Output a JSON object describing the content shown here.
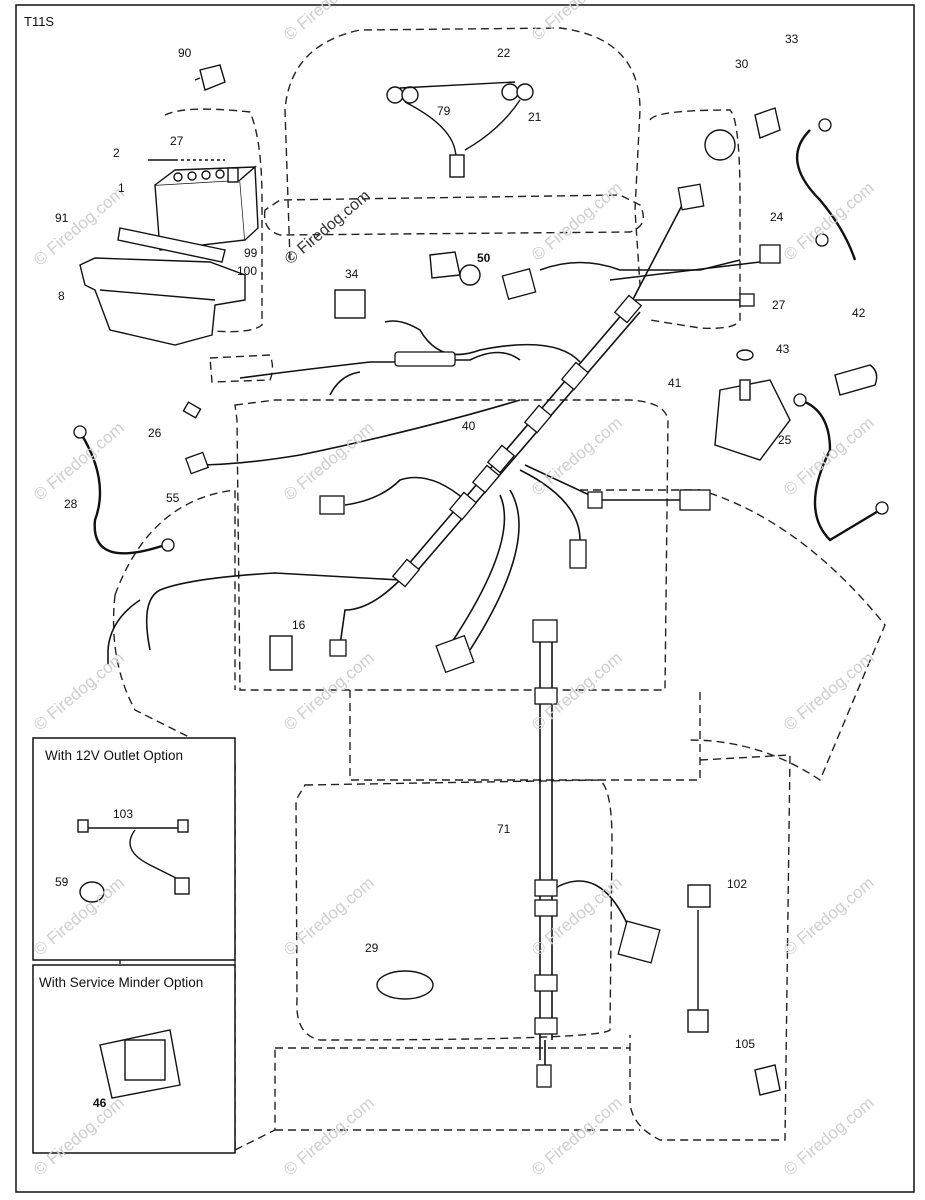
{
  "diagram": {
    "code": "T11S",
    "watermark_text": "© Firedog.com",
    "insets": {
      "outlet_caption": "With 12V Outlet Option",
      "minder_caption": "With Service Minder Option"
    },
    "callouts": [
      {
        "id": "c-90",
        "text": "90"
      },
      {
        "id": "c-22",
        "text": "22"
      },
      {
        "id": "c-30",
        "text": "30"
      },
      {
        "id": "c-33",
        "text": "33"
      },
      {
        "id": "c-2",
        "text": "2"
      },
      {
        "id": "c-27a",
        "text": "27"
      },
      {
        "id": "c-79",
        "text": "79"
      },
      {
        "id": "c-21",
        "text": "21"
      },
      {
        "id": "c-1",
        "text": "1"
      },
      {
        "id": "c-91",
        "text": "91"
      },
      {
        "id": "c-99",
        "text": "99"
      },
      {
        "id": "c-100",
        "text": "100"
      },
      {
        "id": "c-8",
        "text": "8"
      },
      {
        "id": "c-50",
        "text": "50"
      },
      {
        "id": "c-34",
        "text": "34"
      },
      {
        "id": "c-24",
        "text": "24"
      },
      {
        "id": "c-27b",
        "text": "27"
      },
      {
        "id": "c-42",
        "text": "42"
      },
      {
        "id": "c-43",
        "text": "43"
      },
      {
        "id": "c-41",
        "text": "41"
      },
      {
        "id": "c-26",
        "text": "26"
      },
      {
        "id": "c-40",
        "text": "40"
      },
      {
        "id": "c-25",
        "text": "25"
      },
      {
        "id": "c-28",
        "text": "28"
      },
      {
        "id": "c-55",
        "text": "55"
      },
      {
        "id": "c-16",
        "text": "16"
      },
      {
        "id": "c-103",
        "text": "103"
      },
      {
        "id": "c-59",
        "text": "59"
      },
      {
        "id": "c-71",
        "text": "71"
      },
      {
        "id": "c-102",
        "text": "102"
      },
      {
        "id": "c-29",
        "text": "29"
      },
      {
        "id": "c-105",
        "text": "105"
      },
      {
        "id": "c-46",
        "text": "46"
      }
    ]
  }
}
